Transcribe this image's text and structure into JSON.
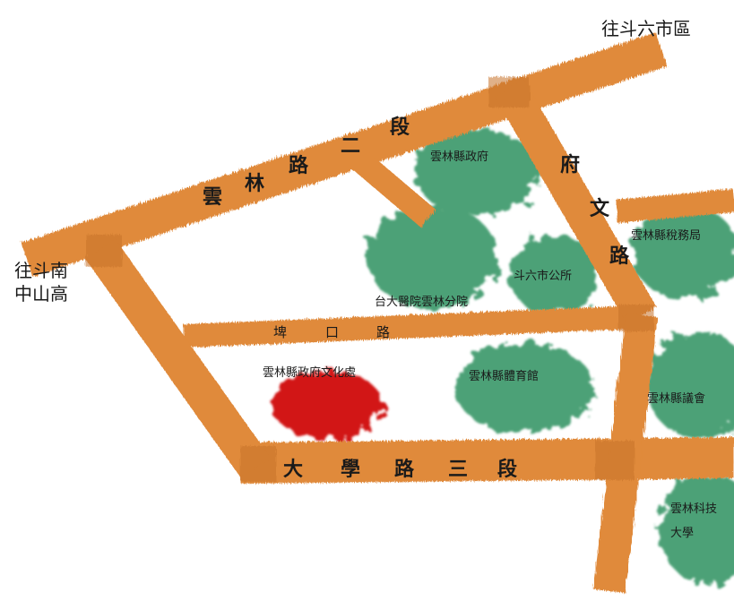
{
  "directions": {
    "to_douliu_city": "往斗六市區",
    "to_douliu_south_line1": "往斗南",
    "to_douliu_south_line2": "中山高"
  },
  "roads": {
    "yunlin_road_sec2": [
      "雲",
      "林",
      "路",
      "二",
      "段"
    ],
    "fuwen_road": [
      "府",
      "文",
      "路"
    ],
    "bukou_road": [
      "埤",
      "口",
      "路"
    ],
    "daxue_road_sec3": [
      "大",
      "學",
      "路",
      "三",
      "段"
    ]
  },
  "places": {
    "county_government": "雲林縣政府",
    "tax_bureau": "雲林縣稅務局",
    "douliu_city_office": "斗六市公所",
    "ntu_hospital_yunlin": "台大醫院雲林分院",
    "cultural_affairs_bureau": "雲林縣政府文化處",
    "county_gymnasium": "雲林縣體育館",
    "county_council": "雲林縣議會",
    "yuntech_line1": "雲林科技",
    "yuntech_line2": "大學"
  },
  "colors": {
    "road": "#e08a3a",
    "road_dark": "#c8732a",
    "landmark": "#3e9a6c",
    "highlight": "#d21616",
    "text": "#1a1a1a"
  }
}
